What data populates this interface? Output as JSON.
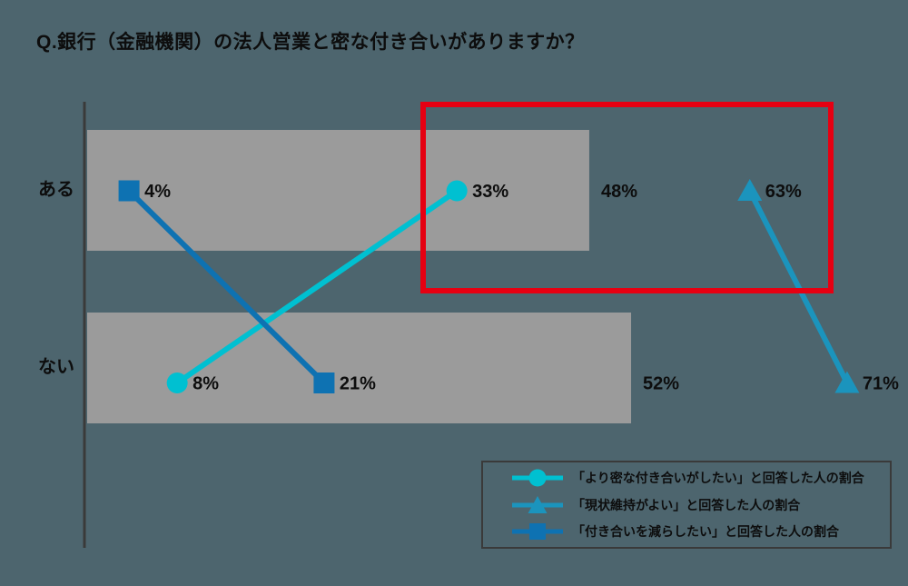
{
  "title": "Q.銀行（金融機関）の法人営業と密な付き合いがありますか？",
  "colors": {
    "background": "#4d656e",
    "bar": "#9b9b9b",
    "axis": "#3a3a3a",
    "text": "#0d0d0d",
    "highlight_box": "#e60012",
    "legend_border": "#3a3a3a"
  },
  "chart_data": {
    "type": "bar",
    "subtype": "horizontal bars with overlaid line+marker series",
    "categories": [
      "ある",
      "ない"
    ],
    "unit": "%",
    "xlim": [
      0,
      100
    ],
    "grid": false,
    "legend_position": "bottom-right",
    "bars": {
      "values": [
        48,
        52
      ],
      "labels": [
        "48%",
        "52%"
      ],
      "color": "#9b9b9b"
    },
    "line_series": [
      {
        "name": "「より密な付き合いがしたい」と回答した人の割合",
        "marker": "circle",
        "color": "#00c0d1",
        "values": [
          33,
          8
        ],
        "labels": [
          "33%",
          "8%"
        ]
      },
      {
        "name": "「現状維持がよい」と回答した人の割合",
        "marker": "triangle",
        "color": "#1b94bd",
        "values": [
          63,
          71
        ],
        "labels": [
          "63%",
          "71%"
        ]
      },
      {
        "name": "「付き合いを減らしたい」と回答した人の割合",
        "marker": "square",
        "color": "#0e72b2",
        "values": [
          4,
          21
        ],
        "labels": [
          "4%",
          "21%"
        ]
      }
    ],
    "highlight": {
      "description": "ある行の33%〜63%のデータ範囲を赤枠で強調",
      "color": "#e60012"
    }
  }
}
